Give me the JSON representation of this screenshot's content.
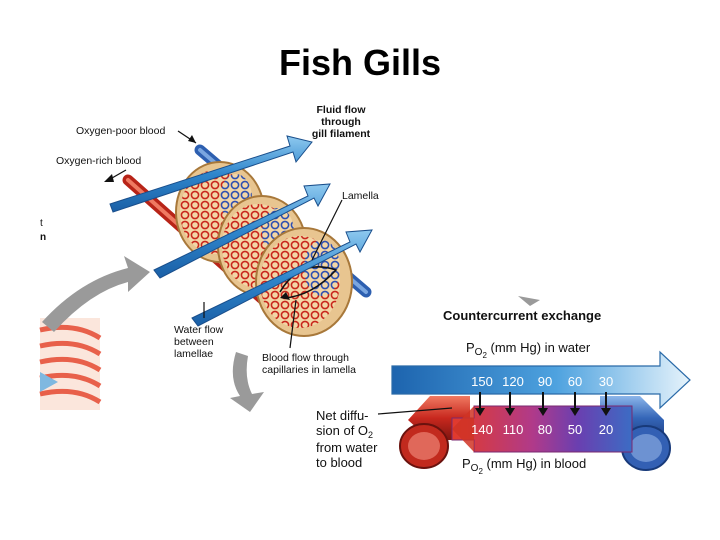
{
  "slide": {
    "title": "Fish Gills"
  },
  "gill_diagram": {
    "labels": {
      "oxygen_poor": "Oxygen-poor blood",
      "oxygen_rich": "Oxygen-rich blood",
      "fluid_flow_1": "Fluid flow",
      "fluid_flow_2": "through",
      "fluid_flow_3": "gill filament",
      "lamella": "Lamella",
      "water_flow_1": "Water flow",
      "water_flow_2": "between",
      "water_flow_3": "lamellae",
      "blood_flow_1": "Blood flow through",
      "blood_flow_2": "capillaries in lamella"
    },
    "edge_fragments": {
      "a": "t",
      "b": "n"
    }
  },
  "countercurrent": {
    "title": "Countercurrent exchange",
    "water_label_prefix": "P",
    "water_label_sub": "O",
    "water_label_subsub": "2",
    "water_label_suffix": " (mm Hg) in water",
    "blood_label_prefix": "P",
    "blood_label_sub": "O",
    "blood_label_subsub": "2",
    "blood_label_suffix": " (mm Hg) in blood",
    "water_values": [
      "150",
      "120",
      "90",
      "60",
      "30"
    ],
    "blood_values": [
      "140",
      "110",
      "80",
      "50",
      "20"
    ],
    "net_diffusion_1": "Net diffu-",
    "net_diffusion_2a": "sion of O",
    "net_diffusion_2sub": "2",
    "net_diffusion_3": "from water",
    "net_diffusion_4": "to blood"
  },
  "colors": {
    "water_arrow": "#3a8fd0",
    "blood_oxygen_rich": "#d9322a",
    "blood_oxygen_poor": "#3a6fc0",
    "tissue": "#f0d8b0"
  }
}
